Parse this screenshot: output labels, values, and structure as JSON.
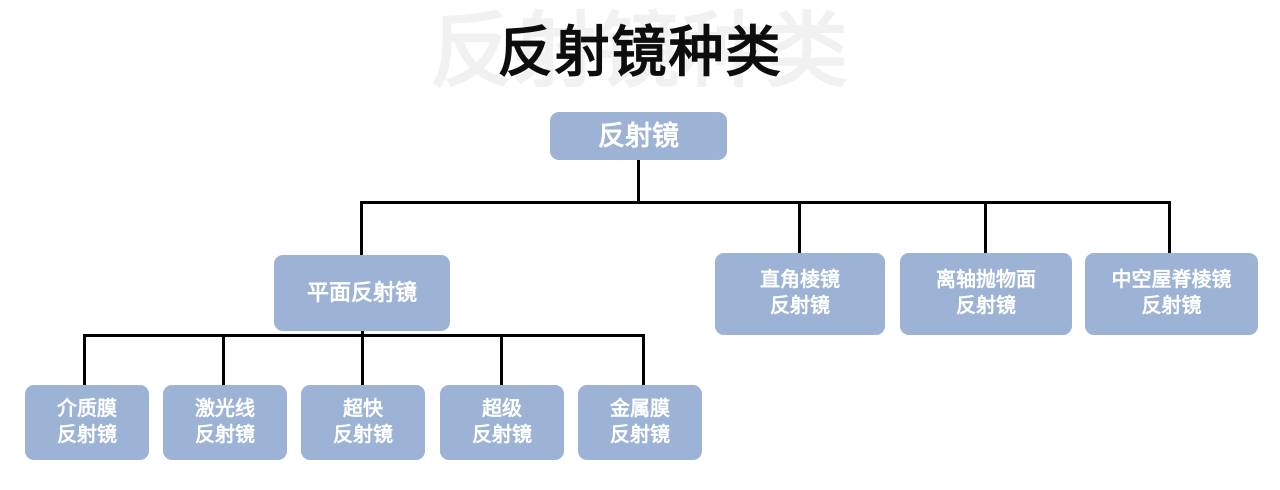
{
  "title": {
    "text": "反射镜种类",
    "watermark_text": "反射镜种类"
  },
  "colors": {
    "node_fill": "#9db3d6",
    "node_text": "#ffffff",
    "connector": "#000000",
    "title_text": "#0d0d0d",
    "watermark": "#f1f1f1",
    "background": "#ffffff"
  },
  "diagram": {
    "type": "tree",
    "root": {
      "label": "反射镜"
    },
    "level2": [
      {
        "label": "平面反射镜"
      },
      {
        "label": "直角棱镜\n反射镜"
      },
      {
        "label": "离轴抛物面\n反射镜"
      },
      {
        "label": "中空屋脊棱镜\n反射镜"
      }
    ],
    "level3": [
      {
        "label": "介质膜\n反射镜"
      },
      {
        "label": "激光线\n反射镜"
      },
      {
        "label": "超快\n反射镜"
      },
      {
        "label": "超级\n反射镜"
      },
      {
        "label": "金属膜\n反射镜"
      }
    ]
  }
}
